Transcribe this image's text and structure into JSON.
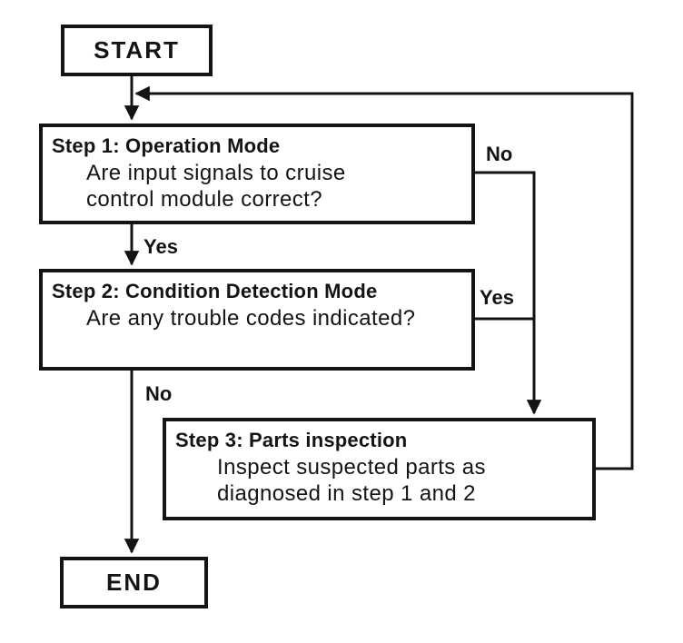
{
  "diagram": {
    "type": "flowchart",
    "background": "#ffffff",
    "line_color": "#141414",
    "nodes": {
      "start": {
        "label": "START"
      },
      "step1": {
        "title": "Step 1: Operation Mode",
        "line1": "Are input signals to cruise",
        "line2": "control module correct?"
      },
      "step2": {
        "title": "Step 2: Condition Detection Mode",
        "line1": "Are any trouble codes indicated?"
      },
      "step3": {
        "title": "Step 3: Parts inspection",
        "line1": "Inspect suspected parts as",
        "line2": "diagnosed in step 1 and 2"
      },
      "end": {
        "label": "END"
      }
    },
    "edge_labels": {
      "step1_no": "No",
      "step1_yes": "Yes",
      "step2_yes": "Yes",
      "step2_no": "No"
    }
  }
}
